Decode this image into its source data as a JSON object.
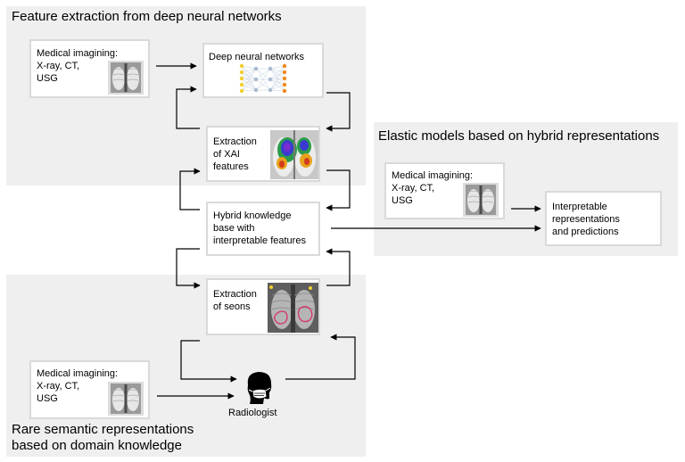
{
  "panels": {
    "feature_extraction": "Feature extraction from deep neural networks",
    "elastic_models": "Elastic models based on hybrid representations",
    "rare_semantic": [
      "Rare semantic representations",
      "based on domain knowledge"
    ]
  },
  "boxes": {
    "imaging_top": [
      "Medical imagining:",
      "X-ray, CT,",
      "USG"
    ],
    "dnn": "Deep neural networks",
    "xai": [
      "Extraction",
      "of XAI",
      "features"
    ],
    "hybrid": [
      "Hybrid knowledge",
      "base with",
      "interpretable features"
    ],
    "seons": [
      "Extraction",
      "of seons"
    ],
    "imaging_bottom": [
      "Medical imagining:",
      "X-ray, CT,",
      "USG"
    ],
    "imaging_right": [
      "Medical imagining:",
      "X-ray, CT,",
      "USG"
    ],
    "interpretable": [
      "Interpretable",
      "representations",
      "and predictions"
    ]
  },
  "radiologist": "Radiologist",
  "colors": {
    "panel_bg": "#efefef",
    "box_border": "#d9d9d9",
    "arrow": "#000000",
    "seon_circle": "#d6336c",
    "nn_input_nodes": "#f2d02b",
    "nn_output_nodes": "#f08a1c"
  },
  "icons": [
    "xray-chest-icon",
    "neural-network-icon",
    "xai-heatmap-icon",
    "seon-xray-icon",
    "radiologist-icon"
  ]
}
